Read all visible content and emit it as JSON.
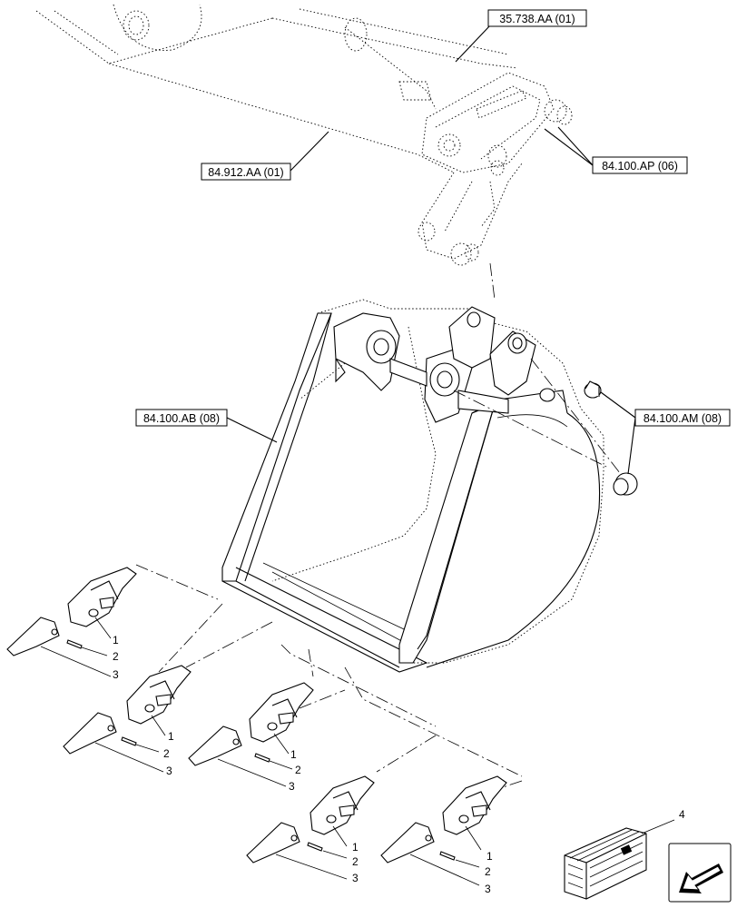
{
  "references": {
    "ref_1": "35.738.AA (01)",
    "ref_2": "84.912.AA (01)",
    "ref_3": "84.100.AP (06)",
    "ref_4": "84.100.AB (08)",
    "ref_5": "84.100.AM (08)"
  },
  "teeth_groups": [
    {
      "a": "1",
      "b": "2",
      "c": "3"
    },
    {
      "a": "1",
      "b": "2",
      "c": "3"
    },
    {
      "a": "1",
      "b": "2",
      "c": "3"
    },
    {
      "a": "1",
      "b": "2",
      "c": "3"
    },
    {
      "a": "1",
      "b": "2",
      "c": "3"
    }
  ],
  "kit_item": "4",
  "icons": {
    "kit_box": "kit-box-icon",
    "nav_arrow": "navigation-arrow-icon"
  }
}
